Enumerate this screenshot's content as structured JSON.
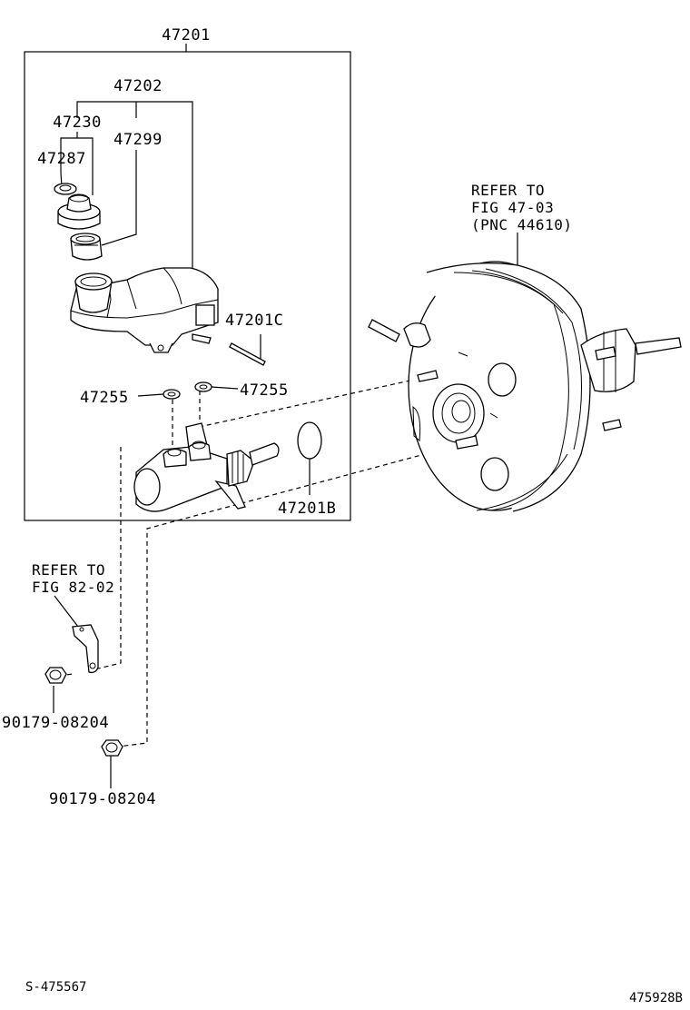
{
  "labels": {
    "assembly": "47201",
    "reservoir": "47202",
    "cap": "47230",
    "cap_gasket": "47287",
    "grommet": "47299",
    "pin": "47201C",
    "grommet_left": "47255",
    "grommet_right": "47255",
    "oring": "47201B",
    "nut_upper": "90179-08204",
    "nut_lower": "90179-08204"
  },
  "refs": {
    "booster_line1": "REFER TO",
    "booster_line2": "FIG 47-03",
    "booster_line3": "(PNC 44610)",
    "bracket_line1": "REFER TO",
    "bracket_line2": "FIG 82-02"
  },
  "footer": {
    "left_code": "S-475567",
    "right_code": "475928B"
  }
}
